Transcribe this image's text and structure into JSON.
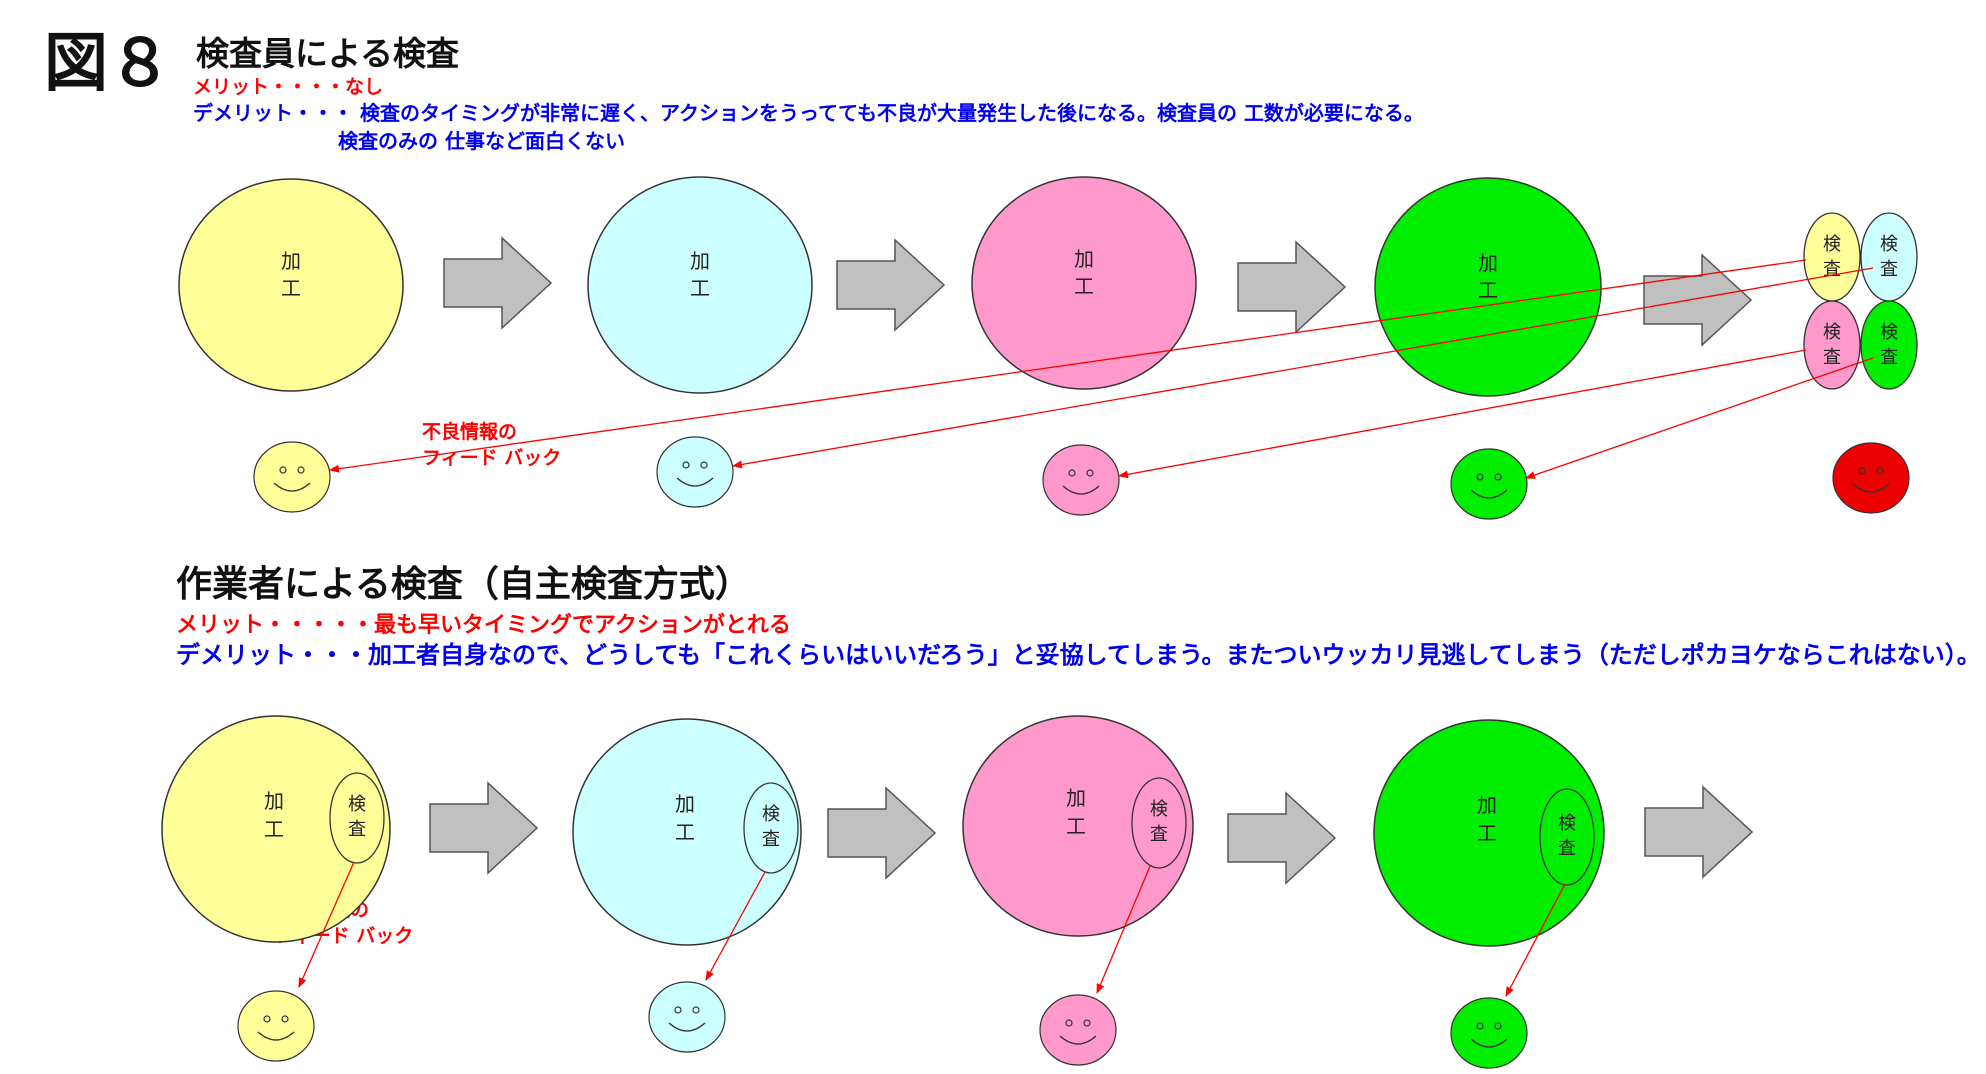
{
  "figure_label": "図８",
  "section1": {
    "title": "検査員による検査",
    "merit": "メリット・・・・なし",
    "demerit_line1": "デメリット・・・ 検査のタイミングが非常に遅く、アクションをうってても不良が大量発生した後になる。検査員の 工数が必要になる。",
    "demerit_line2": "検査のみの 仕事など面白くない",
    "feedback_line1": "不良情報の",
    "feedback_line2": "フィード バック",
    "process_label": [
      "加",
      "工"
    ],
    "inspect_label": [
      "検",
      "査"
    ]
  },
  "section2": {
    "title": "作業者による検査（自主検査方式）",
    "merit": "メリット・・・・・最も早いタイミングでアクションがとれる",
    "demerit": "デメリット・・・加工者自身なので、どうしても「これくらいはいいだろう」と妥協してしまう。またついウッカリ見逃してしまう（ただしポカヨケならこれはない）。",
    "feedback_line1": "不良情報の",
    "feedback_line2": "フィード バック",
    "process_label": [
      "加",
      "工"
    ],
    "inspect_label": [
      "検",
      "査"
    ]
  },
  "colors": {
    "yellow": "#ffff99",
    "cyan": "#ccffff",
    "pink": "#ff99cc",
    "green": "#00ee00",
    "red": "#ee0000",
    "arrow_fill": "#c0c0c0",
    "feedback_line": "#ff0000"
  },
  "stages": [
    "yellow",
    "cyan",
    "pink",
    "green"
  ],
  "defect_face_color": "red"
}
